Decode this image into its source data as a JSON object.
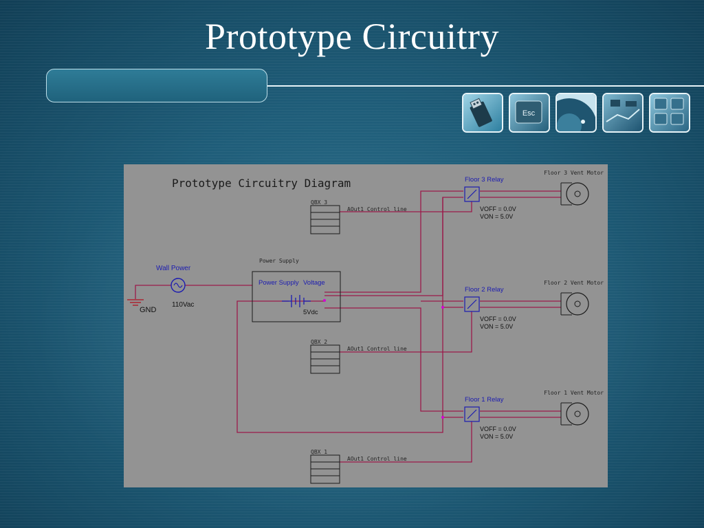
{
  "slide": {
    "title": "Prototype Circuitry"
  },
  "thumbnails": [
    {
      "icon": "usb-connector-icon"
    },
    {
      "icon": "keyboard-esc-key-icon",
      "label": "Esc"
    },
    {
      "icon": "disc-drive-icon"
    },
    {
      "icon": "circuit-board-icon"
    },
    {
      "icon": "keyboard-keys-icon"
    }
  ],
  "diagram": {
    "title": "Prototype Circuitry Diagram",
    "ground": {
      "label": "GND"
    },
    "wall_power": {
      "label": "Wall Power",
      "value": "110Vac"
    },
    "power_supply": {
      "header": "Power Supply",
      "name": "Power Supply",
      "param": "Voltage",
      "value": "5Vdc"
    },
    "qbx": [
      {
        "label": "QBX 3",
        "line_label": "AOut1 Control line"
      },
      {
        "label": "QBX 2",
        "line_label": "AOut1 Control line"
      },
      {
        "label": "QBX 1",
        "line_label": "AOut1 Control line"
      }
    ],
    "relays": [
      {
        "label": "Floor 3 Relay",
        "voff": "VOFF = 0.0V",
        "von": "VON = 5.0V"
      },
      {
        "label": "Floor 2 Relay",
        "voff": "VOFF = 0.0V",
        "von": "VON = 5.0V"
      },
      {
        "label": "Floor 1 Relay",
        "voff": "VOFF = 0.0V",
        "von": "VON = 5.0V"
      }
    ],
    "motors": [
      {
        "label": "Floor 3 Vent Motor"
      },
      {
        "label": "Floor 2 Vent Motor"
      },
      {
        "label": "Floor 1 Vent Motor"
      }
    ],
    "colors": {
      "panel": "#939393",
      "wire": "#9b1a4a",
      "component": "#1a1a1a",
      "accent_label": "#1b1bb0",
      "node": "#d400d4"
    }
  }
}
